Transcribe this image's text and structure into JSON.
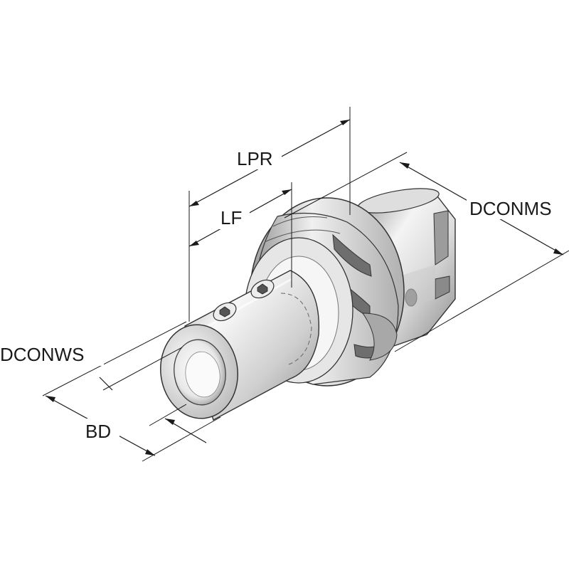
{
  "diagram": {
    "labels": {
      "lpr": "LPR",
      "lf": "LF",
      "dconms": "DCONMS",
      "dconws": "DCONWS",
      "bd": "BD"
    },
    "colors": {
      "line": "#1a1a1a",
      "metal_light": "#f2f2f2",
      "metal_mid": "#bdbdbd",
      "metal_dark": "#7a7a7a",
      "background": "#ffffff"
    }
  }
}
